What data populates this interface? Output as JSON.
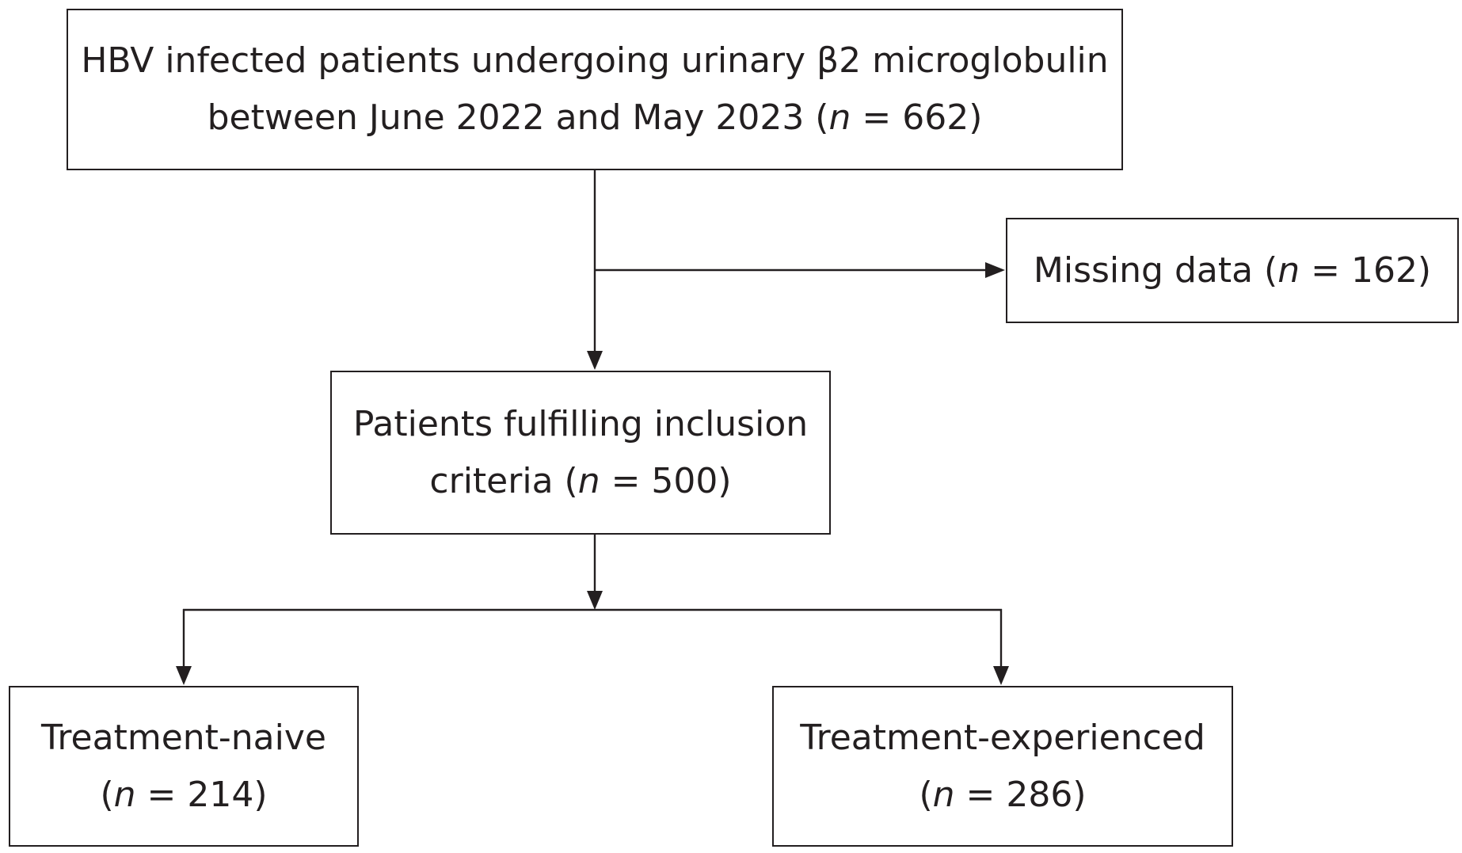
{
  "boxes": {
    "start": {
      "line1": "HBV infected patients undergoing urinary β2 microglobulin",
      "line2_prefix": "between June 2022 and May 2023 (",
      "n_symbol": "n",
      "line2_suffix": " = 662)"
    },
    "missing": {
      "line1_prefix": "Missing data (",
      "n_symbol": "n",
      "line1_suffix": " = 162)"
    },
    "included": {
      "line1": "Patients fulfilling inclusion",
      "line2_prefix": "criteria (",
      "n_symbol": "n",
      "line2_suffix": " = 500)"
    },
    "naive": {
      "line1": "Treatment-naive",
      "line2_prefix": "(",
      "n_symbol": "n",
      "line2_suffix": " = 214)"
    },
    "experienced": {
      "line1": "Treatment-experienced",
      "line2_prefix": "(",
      "n_symbol": "n",
      "line2_suffix": " = 286)"
    }
  },
  "colors": {
    "stroke": "#231f20",
    "text": "#231f20",
    "background": "#ffffff"
  }
}
